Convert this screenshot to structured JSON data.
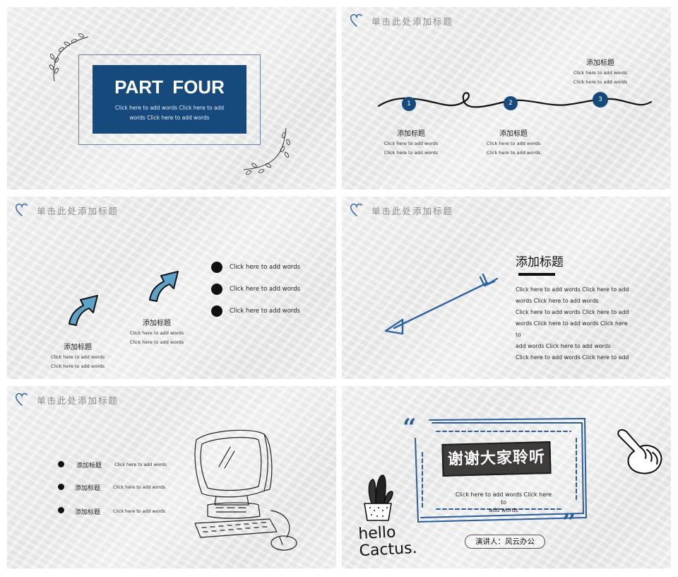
{
  "header_title": "单击此处添加标题",
  "slide1": {
    "title": "PART  FOUR",
    "subtitle_line1": "Click here to add words Click here to add",
    "subtitle_line2": "words Click here to add words"
  },
  "slide2": {
    "steps": [
      {
        "number": "1",
        "title": "添加标题",
        "line1": "Click here to add words",
        "line2": "Click here to add words"
      },
      {
        "number": "2",
        "title": "添加标题",
        "line1": "Click here to add words",
        "line2": "Click here to add words"
      },
      {
        "number": "3",
        "title": "添加标题",
        "line1": "Click here to add words",
        "line2": "Click here to add words"
      }
    ]
  },
  "slide3": {
    "items": [
      {
        "title": "添加标题",
        "line1": "Click here to add words",
        "line2": "Click here to add words"
      },
      {
        "title": "添加标题",
        "line1": "Click here to add words",
        "line2": "Click here to add words"
      }
    ],
    "bullets": [
      "Click here to add words",
      "Click here to add words",
      "Click here to add words"
    ]
  },
  "slide4": {
    "title": "添加标题",
    "body_lines": [
      "Click here to add words Click here to add",
      "words Click here to add words",
      "Click here to add words Click here to add",
      "words Click here to add words Click here to",
      "add words Click here to add words",
      "Click here to add words Click here to add"
    ]
  },
  "slide5": {
    "rows": [
      {
        "title": "添加标题",
        "text": "Click here to add words"
      },
      {
        "title": "添加标题",
        "text": "Click here to add words"
      },
      {
        "title": "添加标题",
        "text": "Click here to add words"
      }
    ]
  },
  "slide6": {
    "thanks": "谢谢大家聆听",
    "sub_line1": "Click here to add words Click here to",
    "sub_line2": "add words",
    "presenter": "演讲人：风云办公",
    "hello_line1": "hello",
    "hello_line2": "Cactus."
  },
  "colors": {
    "accent": "#174a7c",
    "accent_light": "#3a6ea5",
    "arrow_fill": "#5ba3c9"
  }
}
